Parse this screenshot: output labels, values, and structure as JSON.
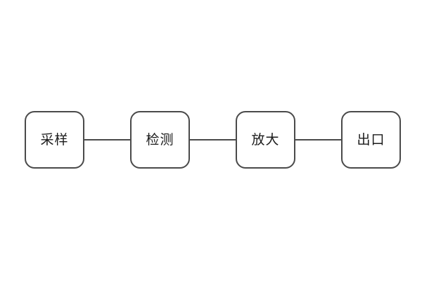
{
  "diagram": {
    "type": "flowchart",
    "direction": "left-to-right",
    "nodes": [
      {
        "id": "node-1",
        "label": "采样"
      },
      {
        "id": "node-2",
        "label": "检测"
      },
      {
        "id": "node-3",
        "label": "放大"
      },
      {
        "id": "node-4",
        "label": "出口"
      }
    ],
    "connections": [
      {
        "from": "采样",
        "to": "检测",
        "style": "plain-line"
      },
      {
        "from": "检测",
        "to": "放大",
        "style": "plain-line"
      },
      {
        "from": "放大",
        "to": "出口",
        "style": "plain-line"
      }
    ],
    "colors": {
      "background": "#ffffff",
      "node_border": "#4a4a4a",
      "connector": "#4a4a4a",
      "text": "#1a1a1a"
    }
  }
}
